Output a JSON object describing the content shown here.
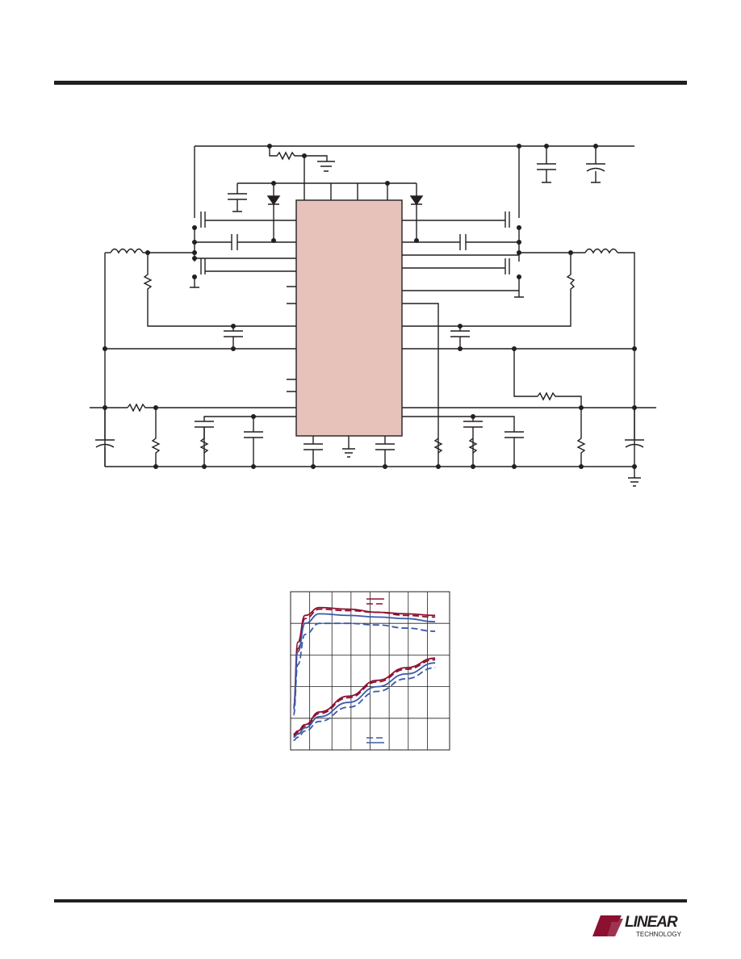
{
  "page": {
    "top_rule": "",
    "bottom_rule": ""
  },
  "colors": {
    "ic_fill": "#e6c2bb",
    "wire": "#231f20",
    "curve_red": "#8c1030",
    "curve_blue": "#3a5aa8",
    "grid": "#231f20"
  },
  "logo": {
    "word": "LINEAR",
    "subword": "TECHNOLOGY",
    "icon": "lt-logo-icon"
  },
  "schematic": {
    "icons": [
      "resistor-icon",
      "capacitor-icon",
      "inductor-icon",
      "mosfet-icon",
      "diode-icon",
      "ground-icon",
      "ic-block"
    ]
  },
  "chart_data": {
    "type": "line",
    "title": "",
    "xlabel": "",
    "ylabel": "",
    "grid": true,
    "x": [
      0.02,
      0.05,
      0.1,
      0.2,
      0.4,
      0.6,
      0.8,
      1.0
    ],
    "series": [
      {
        "color": "#8c1030",
        "style": "solid",
        "kind": "efficiency",
        "values": [
          28,
          68,
          85,
          90,
          89,
          87,
          86,
          85
        ]
      },
      {
        "color": "#8c1030",
        "style": "dashed",
        "kind": "efficiency",
        "values": [
          26,
          64,
          83,
          89,
          88,
          87,
          85,
          84
        ]
      },
      {
        "color": "#3a5aa8",
        "style": "solid",
        "kind": "efficiency",
        "values": [
          26,
          62,
          80,
          86,
          85,
          84,
          83,
          81
        ]
      },
      {
        "color": "#3a5aa8",
        "style": "dashed",
        "kind": "efficiency",
        "values": [
          22,
          54,
          73,
          80,
          80,
          79,
          77,
          75
        ]
      },
      {
        "color": "#8c1030",
        "style": "solid",
        "kind": "loss",
        "values": [
          10,
          12,
          16,
          24,
          34,
          44,
          52,
          58
        ]
      },
      {
        "color": "#8c1030",
        "style": "dashed",
        "kind": "loss",
        "values": [
          9,
          11,
          15,
          23,
          33,
          43,
          51,
          57
        ]
      },
      {
        "color": "#3a5aa8",
        "style": "solid",
        "kind": "loss",
        "values": [
          8,
          10,
          14,
          21,
          30,
          40,
          48,
          55
        ]
      },
      {
        "color": "#3a5aa8",
        "style": "dashed",
        "kind": "loss",
        "values": [
          6,
          8,
          12,
          18,
          27,
          37,
          45,
          52
        ]
      }
    ],
    "xlim": [
      0,
      1.1
    ],
    "ylim": [
      0,
      100
    ]
  }
}
